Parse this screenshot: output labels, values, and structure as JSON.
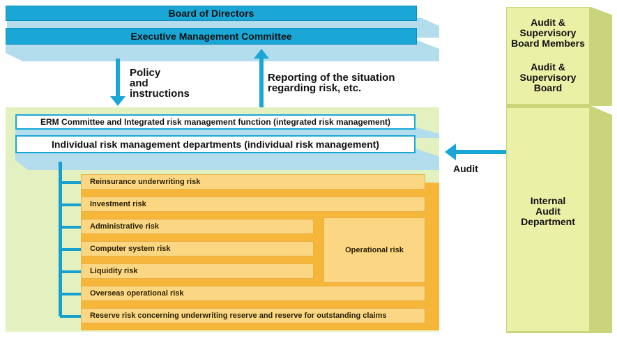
{
  "board": "Board of Directors",
  "exec": "Executive Management Committee",
  "policy": [
    "Policy",
    "and",
    "instructions"
  ],
  "reporting": [
    "Reporting of the situation",
    "regarding risk, etc."
  ],
  "erm": "ERM Committee and Integrated risk management function (integrated risk management)",
  "individual": "Individual risk management departments (individual risk management)",
  "risks": [
    "Reinsurance underwriting risk",
    "Investment risk",
    "Administrative risk",
    "Computer system risk",
    "Liquidity risk",
    "Overseas operational risk",
    "Reserve risk concerning underwriting reserve and reserve for outstanding claims"
  ],
  "operational": "Operational risk",
  "audit_label": "Audit",
  "audit_box": {
    "members": [
      "Audit &",
      "Supervisory",
      "Board Members"
    ],
    "board": [
      "Audit &",
      "Supervisory",
      "Board"
    ]
  },
  "internal_audit": [
    "Internal",
    "Audit",
    "Department"
  ],
  "colors": {
    "teal": "#1aa7d6",
    "teal_light": "#b3dcec",
    "green_panel": "#e3f1c1",
    "audit_green": "#eaf0a6",
    "risk_orange": "#fbd784",
    "risk_side": "#f6b63a"
  }
}
